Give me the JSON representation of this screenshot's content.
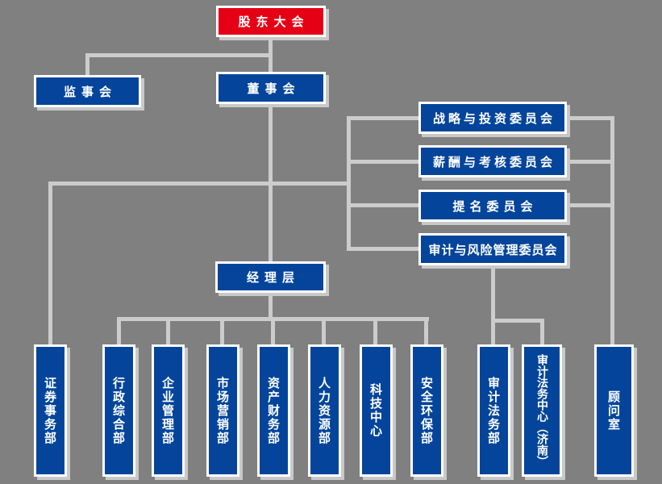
{
  "meta": {
    "type": "organization-chart"
  },
  "colors": {
    "background": "#808080",
    "box_blue": "#04459B",
    "box_red": "#E60016",
    "line": "#CCCCCC",
    "text": "#FFFFFF"
  },
  "org": {
    "root": {
      "label": "股东大会"
    },
    "supervisory_board": {
      "label": "监事会"
    },
    "board": {
      "label": "董事会"
    },
    "committees": [
      {
        "label": "战略与投资委员会"
      },
      {
        "label": "薪酬与考核委员会"
      },
      {
        "label": "提名委员会"
      },
      {
        "label": "审计与风险管理委员会"
      }
    ],
    "management": {
      "label": "经理层"
    },
    "departments": [
      {
        "label": "证券事务部"
      },
      {
        "label": "行政综合部"
      },
      {
        "label": "企业管理部"
      },
      {
        "label": "市场营销部"
      },
      {
        "label": "资产财务部"
      },
      {
        "label": "人力资源部"
      },
      {
        "label": "科技中心"
      },
      {
        "label": "安全环保部"
      },
      {
        "label": "审计法务部"
      },
      {
        "label": "审计法务中心（济南）"
      },
      {
        "label": "顾问室"
      }
    ]
  }
}
